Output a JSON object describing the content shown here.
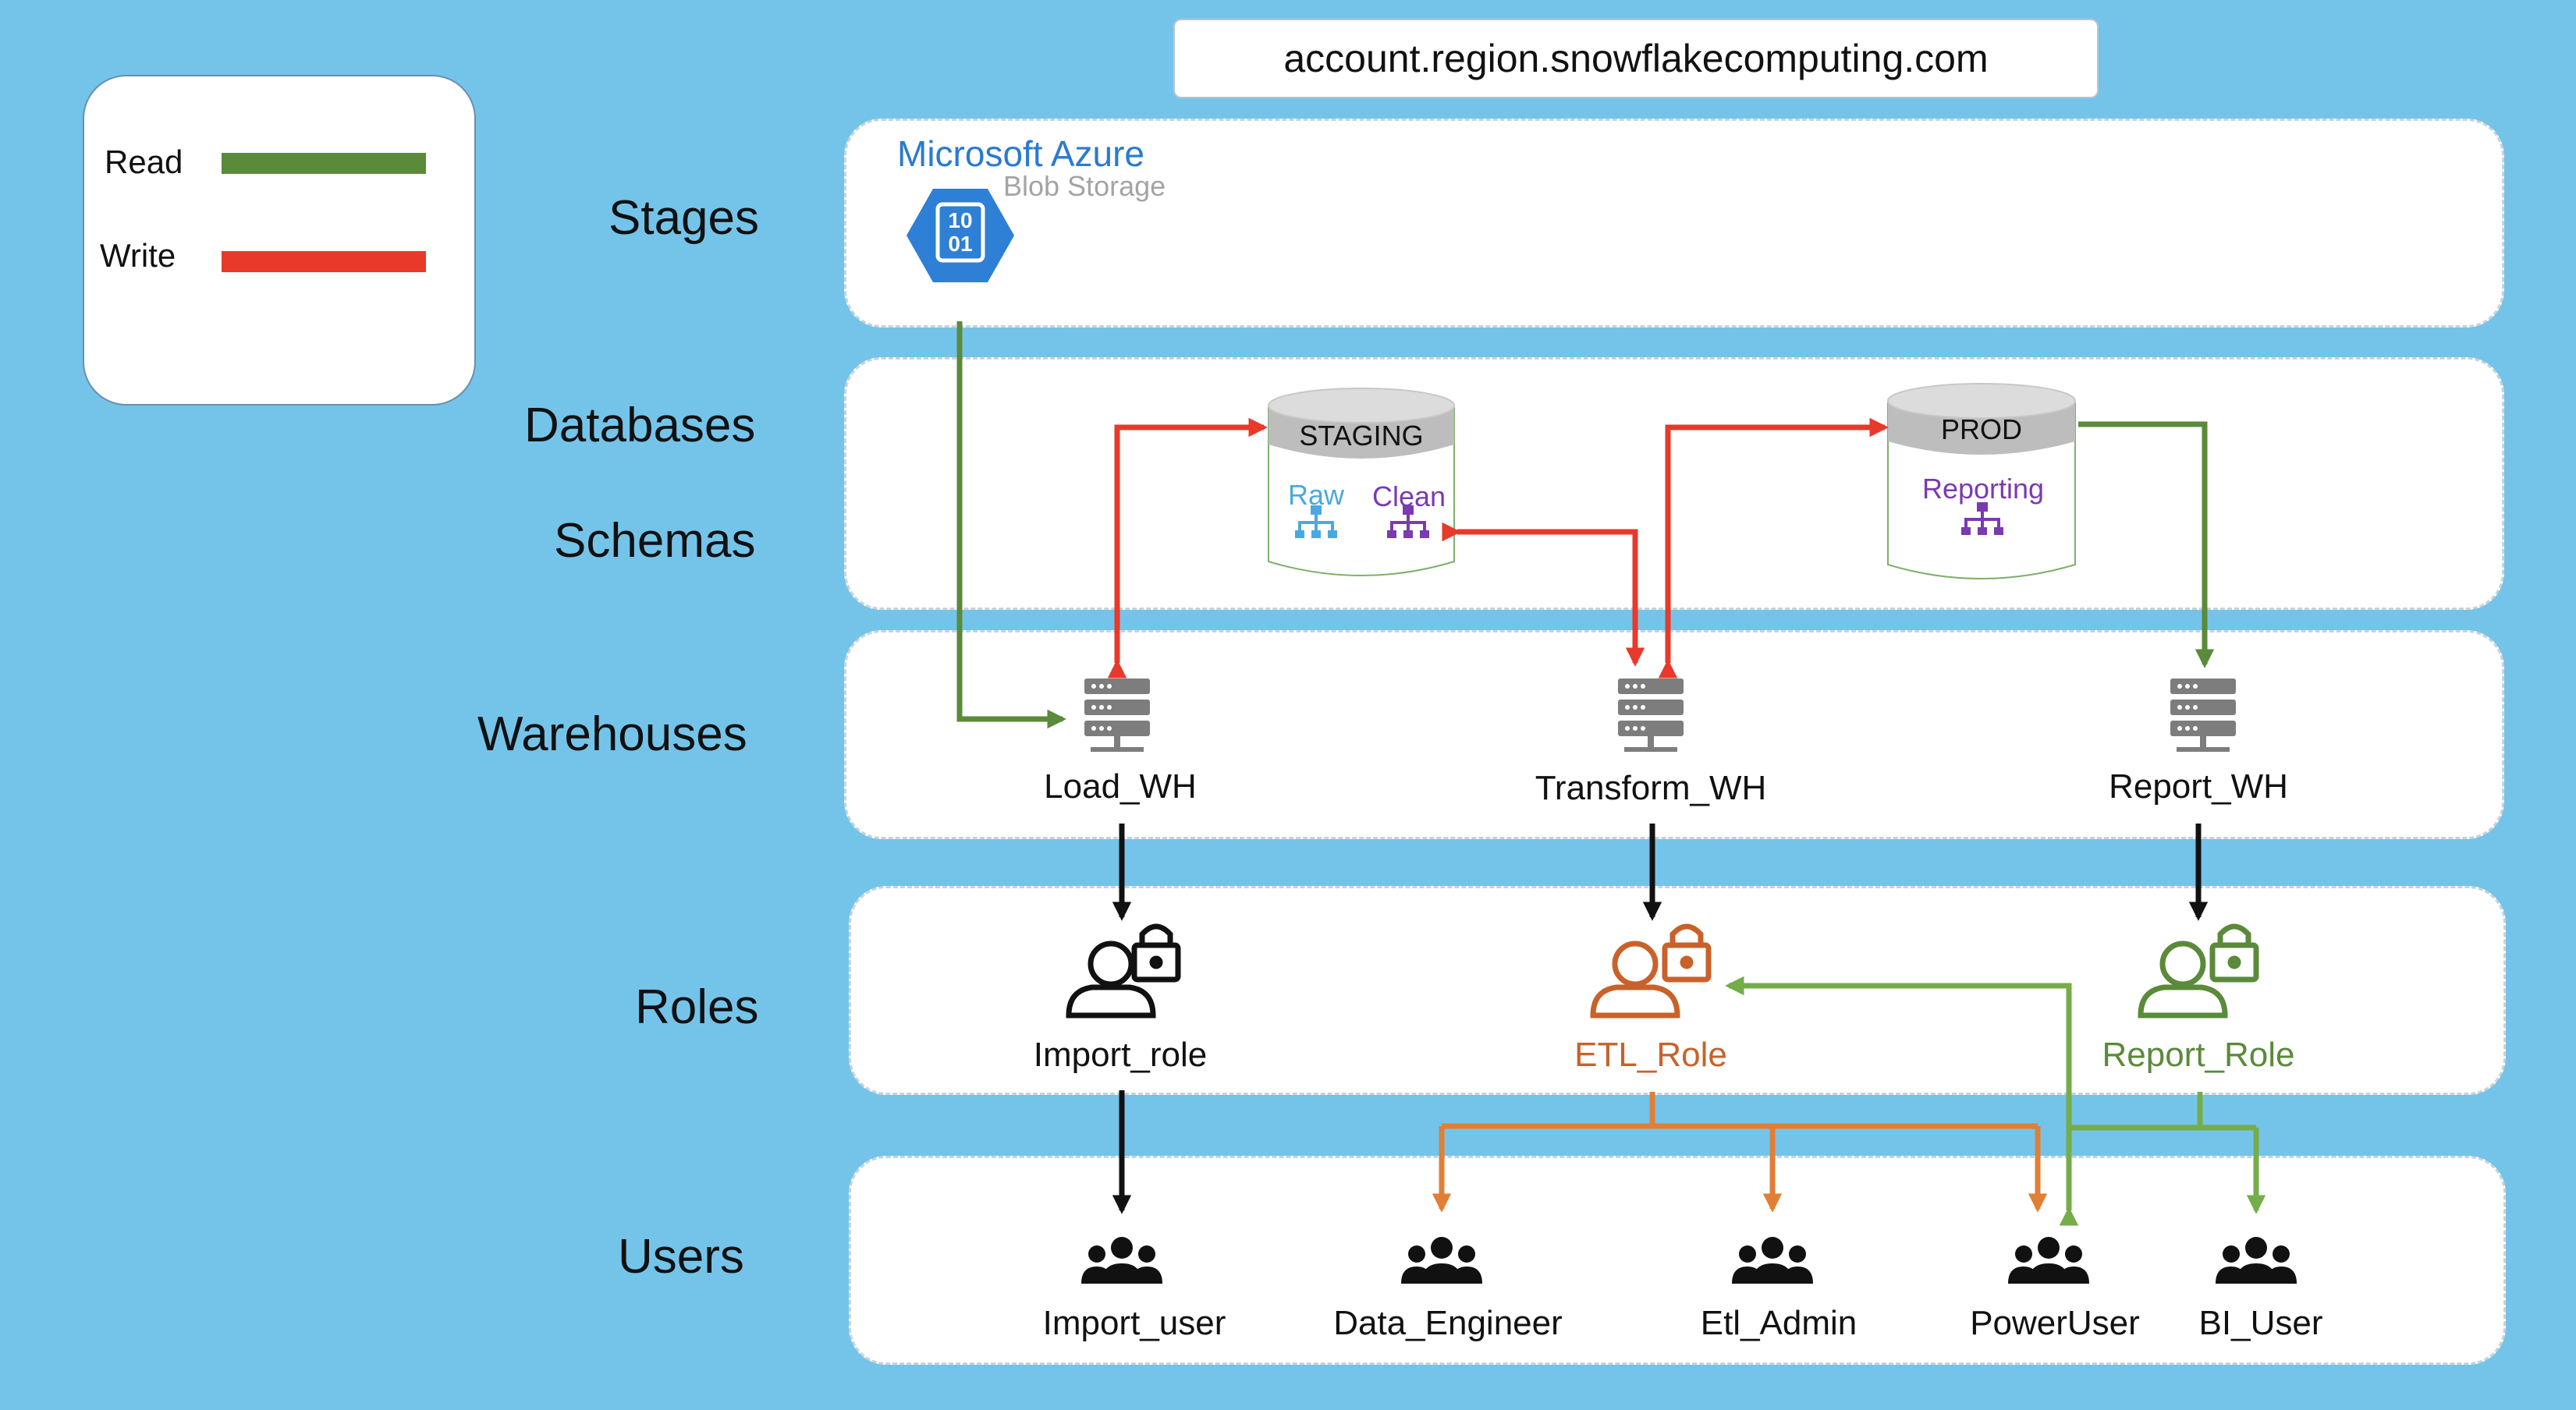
{
  "account_url": "account.region.snowflakecomputing.com",
  "legend": [
    {
      "label": "Read",
      "color": "#5a8a3a"
    },
    {
      "label": "Write",
      "color": "#e8392a"
    }
  ],
  "layers": {
    "stages": "Stages",
    "databases": "Databases",
    "schemas": "Schemas",
    "warehouses": "Warehouses",
    "roles": "Roles",
    "users": "Users"
  },
  "stage": {
    "title": "Microsoft Azure",
    "subtitle": "Blob Storage",
    "icon_text": "10\n01",
    "icon": "blob-storage-icon"
  },
  "databases": [
    {
      "name": "STAGING",
      "schemas": [
        {
          "name": "Raw",
          "color": "#4aa9e0"
        },
        {
          "name": "Clean",
          "color": "#7a3ab0"
        }
      ]
    },
    {
      "name": "PROD",
      "schemas": [
        {
          "name": "Reporting",
          "color": "#7a3ab0"
        }
      ]
    }
  ],
  "warehouses": [
    {
      "name": "Load_WH",
      "icon": "server-icon"
    },
    {
      "name": "Transform_WH",
      "icon": "server-icon"
    },
    {
      "name": "Report_WH",
      "icon": "server-icon"
    }
  ],
  "roles": [
    {
      "name": "Import_role",
      "color": "#111111",
      "icon": "user-lock-icon"
    },
    {
      "name": "ETL_Role",
      "color": "#c8622a",
      "icon": "user-lock-icon"
    },
    {
      "name": "Report_Role",
      "color": "#5a8a3a",
      "icon": "user-lock-icon"
    }
  ],
  "users": [
    {
      "name": "Import_user",
      "icon": "user-group-icon"
    },
    {
      "name": "Data_Engineer",
      "icon": "user-group-icon"
    },
    {
      "name": "Etl_Admin",
      "icon": "user-group-icon"
    },
    {
      "name": "PowerUser",
      "icon": "user-group-icon"
    },
    {
      "name": "BI_User",
      "icon": "user-group-icon"
    }
  ],
  "colors": {
    "read": "#5a8a3a",
    "write": "#e8392a",
    "etl_grant": "#e07f35",
    "report_grant": "#75ad48",
    "black": "#111111"
  }
}
